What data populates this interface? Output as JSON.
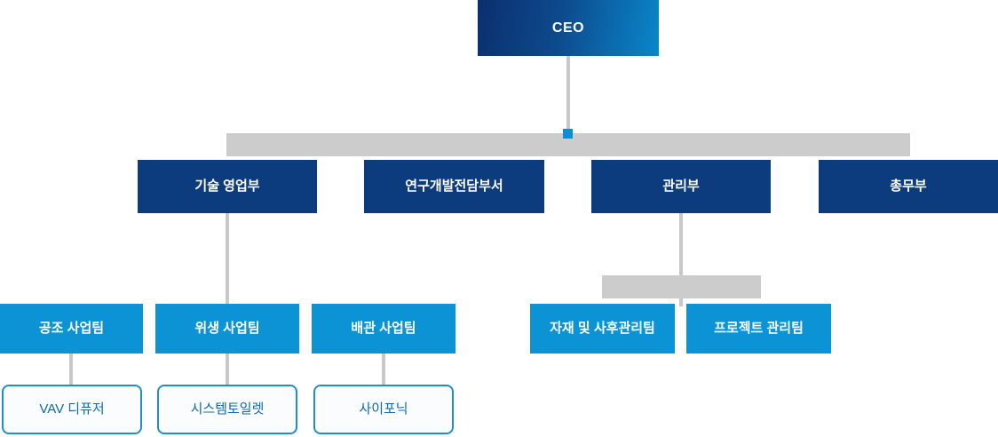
{
  "org": {
    "ceo": {
      "label": "CEO"
    },
    "departments": [
      {
        "label": "기술 영업부"
      },
      {
        "label": "연구개발전담부서"
      },
      {
        "label": "관리부"
      },
      {
        "label": "총무부"
      }
    ],
    "teams_sales": [
      {
        "label": "공조 사업팀",
        "product": "VAV 디퓨저"
      },
      {
        "label": "위생 사업팀",
        "product": "시스템토일렛"
      },
      {
        "label": "배관 사업팀",
        "product": "사이포닉"
      }
    ],
    "teams_mgmt": [
      {
        "label": "자재 및 사후관리팀"
      },
      {
        "label": "프로젝트 관리팀"
      }
    ]
  },
  "colors": {
    "navy": "#0c3c7d",
    "cyan": "#0b93d5",
    "ceo_gradient_start": "#0b2f6e",
    "ceo_gradient_end": "#0a87ca",
    "connector_gray": "#c9c9c9",
    "bar_gray": "#cccccc",
    "junction_marker_blue": "#0e8ed2",
    "leaf_border_blue": "#1f8ecd",
    "leaf_text_blue": "#0f67ad"
  }
}
